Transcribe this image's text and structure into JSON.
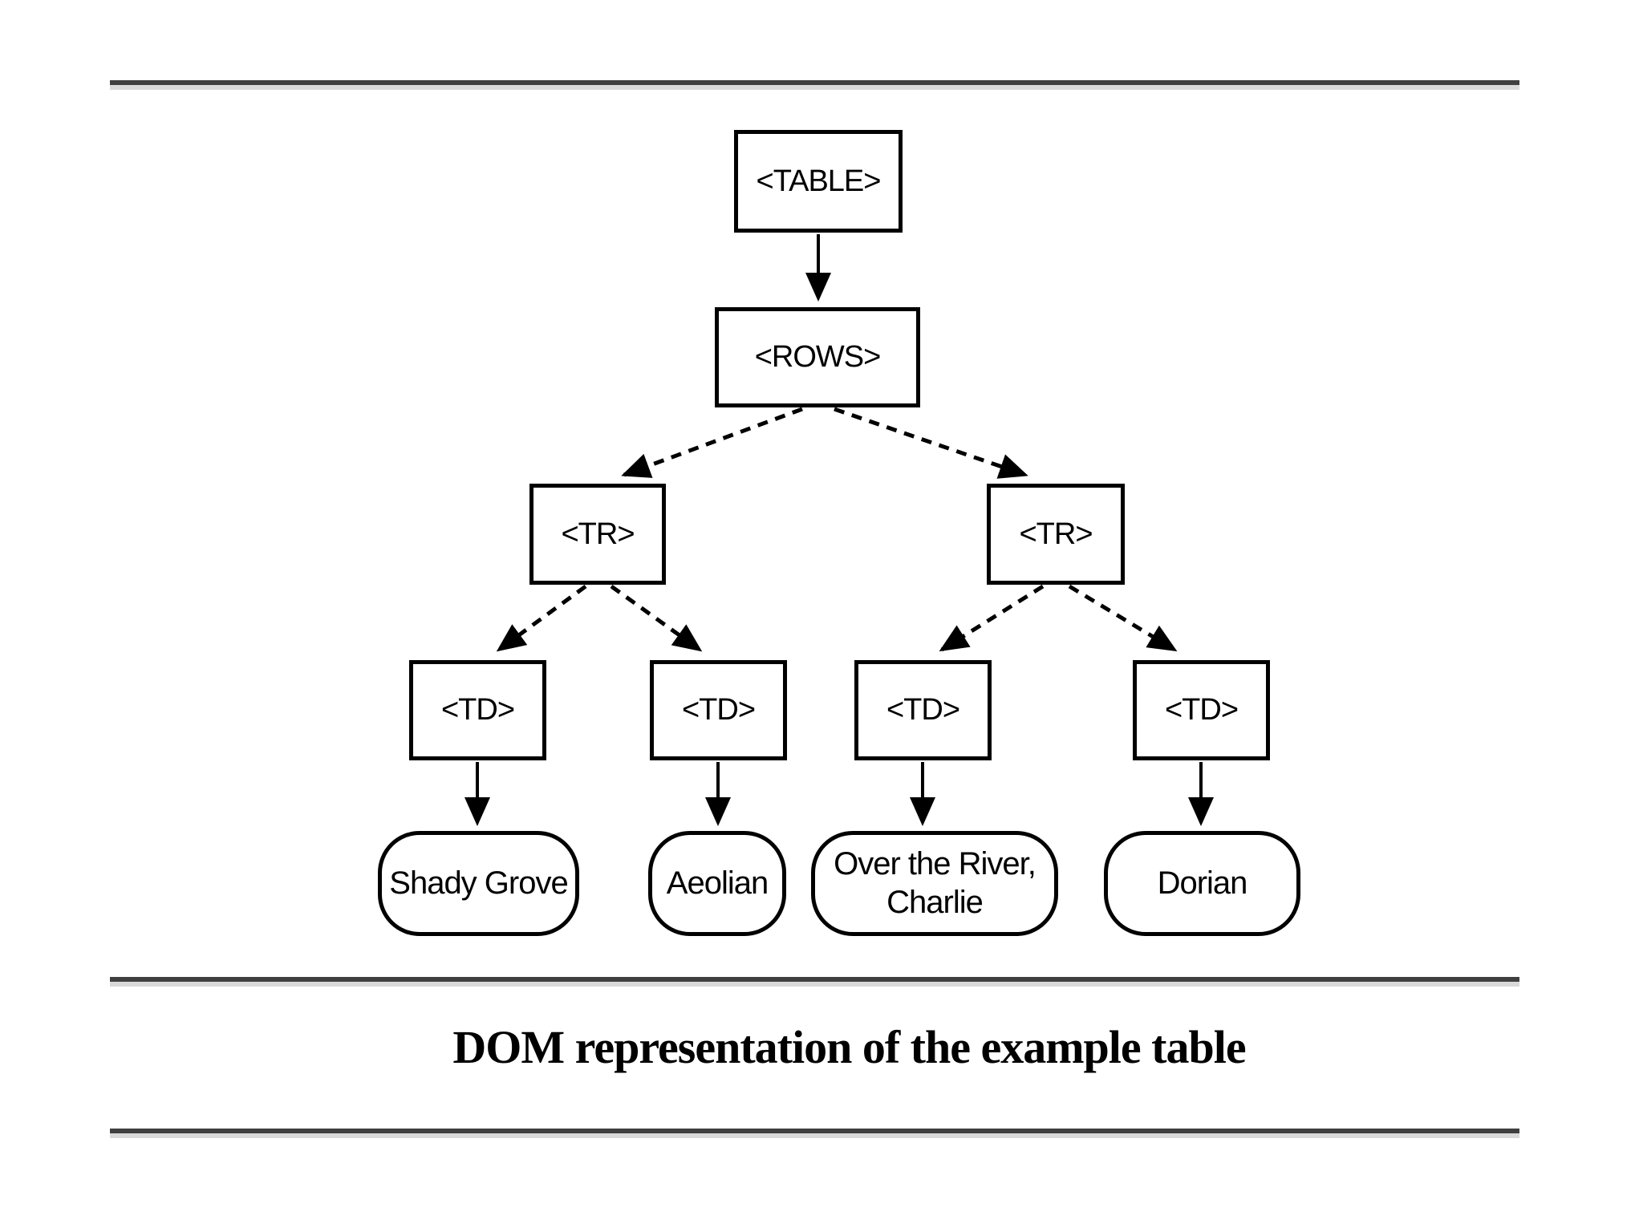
{
  "figure": {
    "caption": "DOM representation of the example table"
  },
  "nodes": {
    "table": {
      "label": "<TABLE>",
      "type": "element"
    },
    "rows": {
      "label": "<ROWS>",
      "type": "element"
    },
    "tr1": {
      "label": "<TR>",
      "type": "element"
    },
    "tr2": {
      "label": "<TR>",
      "type": "element"
    },
    "td1": {
      "label": "<TD>",
      "type": "element"
    },
    "td2": {
      "label": "<TD>",
      "type": "element"
    },
    "td3": {
      "label": "<TD>",
      "type": "element"
    },
    "td4": {
      "label": "<TD>",
      "type": "element"
    }
  },
  "leaves": {
    "leaf1": {
      "label": "Shady Grove"
    },
    "leaf2": {
      "label": "Aeolian"
    },
    "leaf3": {
      "label": "Over the River, Charlie"
    },
    "leaf4": {
      "label": "Dorian"
    }
  },
  "edges": [
    {
      "from": "table",
      "to": "rows",
      "style": "solid"
    },
    {
      "from": "rows",
      "to": "tr1",
      "style": "dashed"
    },
    {
      "from": "rows",
      "to": "tr2",
      "style": "dashed"
    },
    {
      "from": "tr1",
      "to": "td1",
      "style": "dashed"
    },
    {
      "from": "tr1",
      "to": "td2",
      "style": "dashed"
    },
    {
      "from": "tr2",
      "to": "td3",
      "style": "dashed"
    },
    {
      "from": "tr2",
      "to": "td4",
      "style": "dashed"
    },
    {
      "from": "td1",
      "to": "leaf1",
      "style": "solid"
    },
    {
      "from": "td2",
      "to": "leaf2",
      "style": "solid"
    },
    {
      "from": "td3",
      "to": "leaf3",
      "style": "solid"
    },
    {
      "from": "td4",
      "to": "leaf4",
      "style": "solid"
    }
  ],
  "colors": {
    "line": "#000000",
    "rule_dark": "#3f3f3f",
    "rule_light": "#d9d9d9",
    "background": "#ffffff"
  }
}
